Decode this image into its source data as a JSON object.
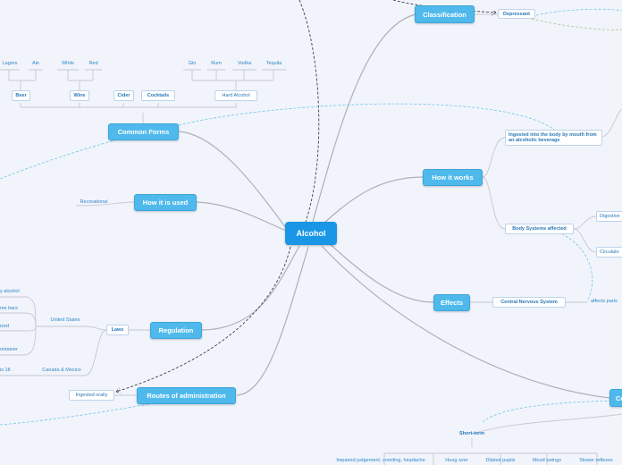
{
  "center": "Alcohol",
  "topics": {
    "classification": "Classification",
    "how_it_works": "How it works",
    "effects": "Effects",
    "common_forms": "Common Forms",
    "how_it_is_used": "How it is used",
    "regulation": "Regulation",
    "routes": "Routes of administration",
    "consequences_partial": "Co"
  },
  "subs": {
    "depressant": "Depressant",
    "ingested": "Ingested into the body by mouth from an alcoholic beverage",
    "body_systems": "Body Systems affected",
    "digestive_partial": "Digestive",
    "circulatory_partial": "Circulato",
    "cns": "Central Nervous System",
    "beer": "Beer",
    "wine": "Wine",
    "cider": "Cider",
    "cocktails": "Cocktails",
    "hard_alcohol": "Hard Alcohol",
    "laws": "Laws",
    "ingested_orally": "Ingested orally",
    "short_term": "Short-term"
  },
  "leaves": {
    "lagers": "Lagers",
    "ale": "Ale",
    "white": "White",
    "red": "Red",
    "gin": "Gin",
    "rum": "Rum",
    "vodka": "Vodka",
    "tequila": "Tequila",
    "recreational": "Recreational",
    "affects_parts_partial": "affects parts",
    "united_states": "United States",
    "canada_mexico": "Canada & Mexico",
    "us_item1_partial": "y alcohol",
    "us_item2_partial": "me bars",
    "us_item3_partial": "ized",
    "us_item4_partial": "ontainer",
    "ca_item1_partial": "is 18",
    "impaired": "Impaired judgement, vomiting, headache",
    "hung_over": "Hung over",
    "dilated": "Dilated pupils",
    "mood": "Mood swings",
    "slower": "Slower reflexes"
  }
}
